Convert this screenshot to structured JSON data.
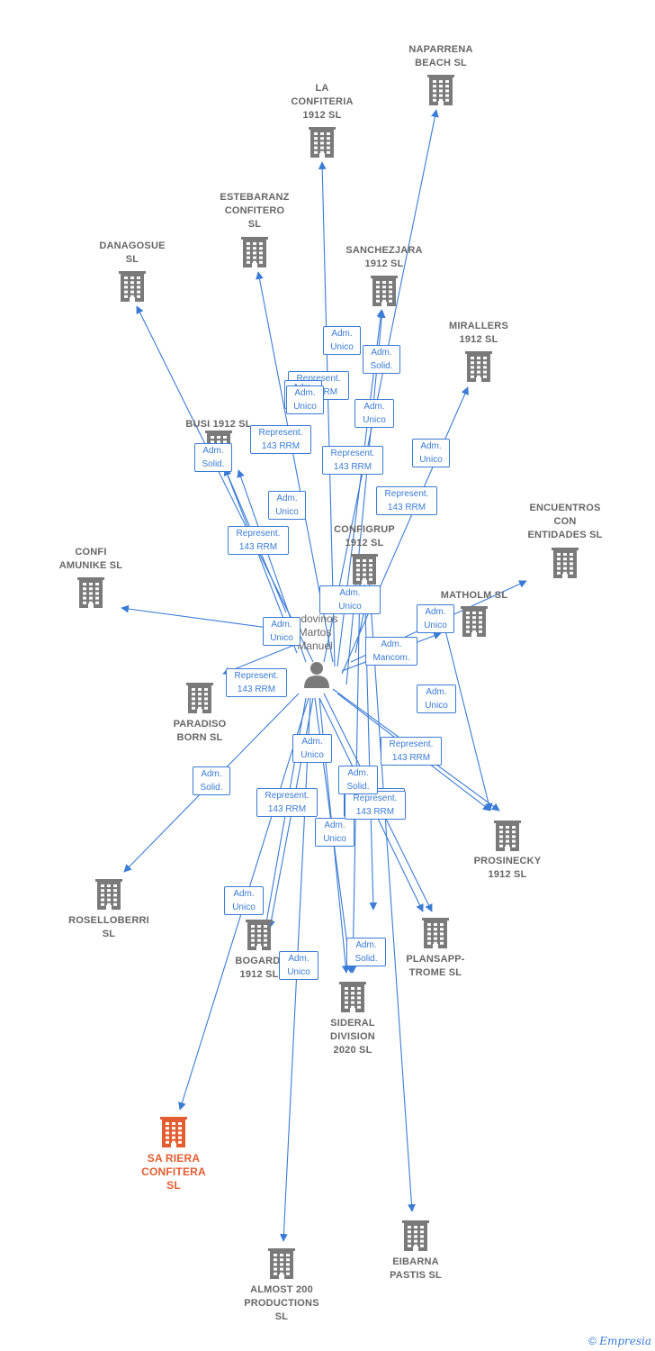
{
  "colors": {
    "edge": "#3a7bd5",
    "building": "#7a7a7a",
    "highlight": "#e35d30",
    "person": "#7a7a7a"
  },
  "person": {
    "lines": [
      "...dovinos",
      "Martos",
      "Manuel"
    ]
  },
  "companies": [
    {
      "id": "naparrena",
      "lines": [
        "NAPARRENA",
        "BEACH  SL"
      ]
    },
    {
      "id": "la-confiteria",
      "lines": [
        "LA",
        "CONFITERIA",
        "1912  SL"
      ]
    },
    {
      "id": "estebaranz",
      "lines": [
        "ESTEBARANZ",
        "CONFITERO",
        "SL"
      ]
    },
    {
      "id": "danagosue",
      "lines": [
        "DANAGOSUE",
        "SL"
      ]
    },
    {
      "id": "sanchezjara",
      "lines": [
        "SANCHEZJARA",
        "1912  SL"
      ]
    },
    {
      "id": "mirallers",
      "lines": [
        "MIRALLERS",
        "1912  SL"
      ]
    },
    {
      "id": "busi",
      "lines": [
        "BUSI 1912  SL"
      ]
    },
    {
      "id": "encuentros",
      "lines": [
        "ENCUENTROS",
        "CON",
        "ENTIDADES  SL"
      ]
    },
    {
      "id": "confi-amunike",
      "lines": [
        "CONFI",
        "AMUNIKE  SL"
      ]
    },
    {
      "id": "configrup",
      "lines": [
        "CONFIGRUP",
        "1912  SL"
      ]
    },
    {
      "id": "matholm",
      "lines": [
        "MATHOLM  SL"
      ]
    },
    {
      "id": "paradiso",
      "lines": [
        "PARADISO",
        "BORN  SL"
      ]
    },
    {
      "id": "prosinecky",
      "lines": [
        "PROSINECKY",
        "1912  SL"
      ]
    },
    {
      "id": "roselloberri",
      "lines": [
        "ROSELLOBERRI",
        "SL"
      ]
    },
    {
      "id": "bogardi",
      "lines": [
        "BOGARDI",
        "1912  SL"
      ]
    },
    {
      "id": "plansapp",
      "lines": [
        "PLANSAPP-",
        "TROME SL"
      ]
    },
    {
      "id": "sideral",
      "lines": [
        "SIDERAL",
        "DIVISION",
        "2020  SL"
      ]
    },
    {
      "id": "sa-riera",
      "lines": [
        "SA RIERA",
        "CONFITERA",
        "SL"
      ],
      "highlight": true
    },
    {
      "id": "eibarna",
      "lines": [
        "EIBARNA",
        "PASTIS SL"
      ]
    },
    {
      "id": "almost200",
      "lines": [
        "ALMOST 200",
        "PRODUCTIONS",
        "SL"
      ]
    }
  ],
  "relations": [
    {
      "lines": [
        "Adm.",
        "Unico"
      ]
    },
    {
      "lines": [
        "Adm.",
        "Solid."
      ]
    },
    {
      "lines": [
        "Represent.",
        "143 RRM"
      ]
    },
    {
      "lines": [
        "Adm.",
        "Unico"
      ]
    },
    {
      "lines": [
        "Adm.",
        "Unico"
      ]
    },
    {
      "lines": [
        "Represent.",
        "143 RRM"
      ]
    },
    {
      "lines": [
        "Adm.",
        "Unico"
      ]
    },
    {
      "lines": [
        "Represent.",
        "143 RRM"
      ]
    },
    {
      "lines": [
        "Adm.",
        "Solid."
      ]
    },
    {
      "lines": [
        "Adm.",
        "Unico"
      ]
    },
    {
      "lines": [
        "Represent.",
        "143 RRM"
      ]
    },
    {
      "lines": [
        "Represent.",
        "143 RRM"
      ]
    },
    {
      "lines": [
        "Adm.",
        "Unico"
      ]
    },
    {
      "lines": [
        "Represent.",
        "143 RRM"
      ]
    },
    {
      "lines": [
        "Adm.",
        "Unico"
      ]
    },
    {
      "lines": [
        "Adm.",
        "Unico"
      ]
    },
    {
      "lines": [
        "Adm.",
        "Mancom."
      ]
    },
    {
      "lines": [
        "Represent.",
        "143 RRM"
      ]
    },
    {
      "lines": [
        "Adm.",
        "Unico"
      ]
    },
    {
      "lines": [
        "Adm.",
        "Unico"
      ]
    },
    {
      "lines": [
        "Represent.",
        "143 RRM"
      ]
    },
    {
      "lines": [
        "Adm.",
        "Solid."
      ]
    },
    {
      "lines": [
        "Adm.",
        "Unico"
      ]
    },
    {
      "lines": [
        "Represent.",
        "143 RRM"
      ]
    },
    {
      "lines": [
        "Represent.",
        "143 RRM"
      ]
    },
    {
      "lines": [
        "Adm.",
        "Solid."
      ]
    },
    {
      "lines": [
        "Adm.",
        "Unico"
      ]
    },
    {
      "lines": [
        "Adm.",
        "Unico"
      ]
    },
    {
      "lines": [
        "Adm.",
        "Solid."
      ]
    },
    {
      "lines": [
        "Adm.",
        "Unico"
      ]
    }
  ],
  "footer": {
    "copyright": "©",
    "brand": "Empresia"
  }
}
